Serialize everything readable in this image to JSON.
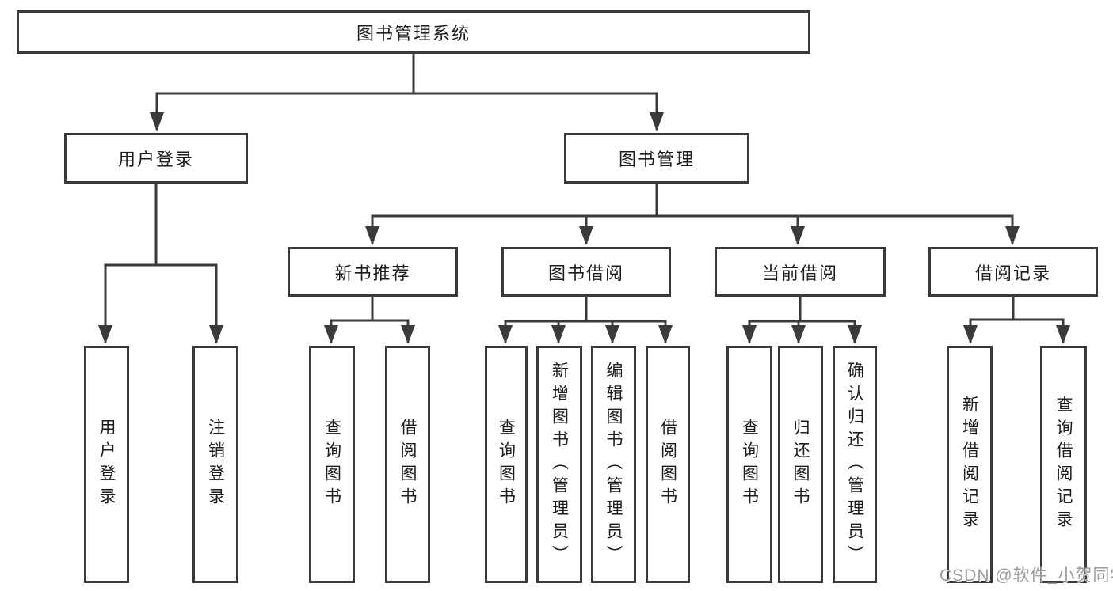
{
  "diagram": {
    "tree": {
      "label": "图书管理系统",
      "children": [
        {
          "label": "用户登录",
          "children": [
            {
              "label": "用户登录"
            },
            {
              "label": "注销登录"
            }
          ]
        },
        {
          "label": "图书管理",
          "children": [
            {
              "label": "新书推荐",
              "children": [
                {
                  "label": "查询图书"
                },
                {
                  "label": "借阅图书"
                }
              ]
            },
            {
              "label": "图书借阅",
              "children": [
                {
                  "label": "查询图书"
                },
                {
                  "label": "新增图书（管理员）"
                },
                {
                  "label": "编辑图书（管理员）"
                },
                {
                  "label": "借阅图书"
                }
              ]
            },
            {
              "label": "当前借阅",
              "children": [
                {
                  "label": "查询图书"
                },
                {
                  "label": "归还图书"
                },
                {
                  "label": "确认归还（管理员）"
                }
              ]
            },
            {
              "label": "借阅记录",
              "children": [
                {
                  "label": "新增借阅记录"
                },
                {
                  "label": "查询借阅记录"
                }
              ]
            }
          ]
        }
      ]
    },
    "colors": {
      "line": "#3a3a3a",
      "box_border": "#3a3a3a",
      "text": "#1d1d1f",
      "background": "#ffffff",
      "watermark": "#9c9c9c"
    }
  },
  "watermark": {
    "text": "CSDN @软件_小贺同学"
  }
}
